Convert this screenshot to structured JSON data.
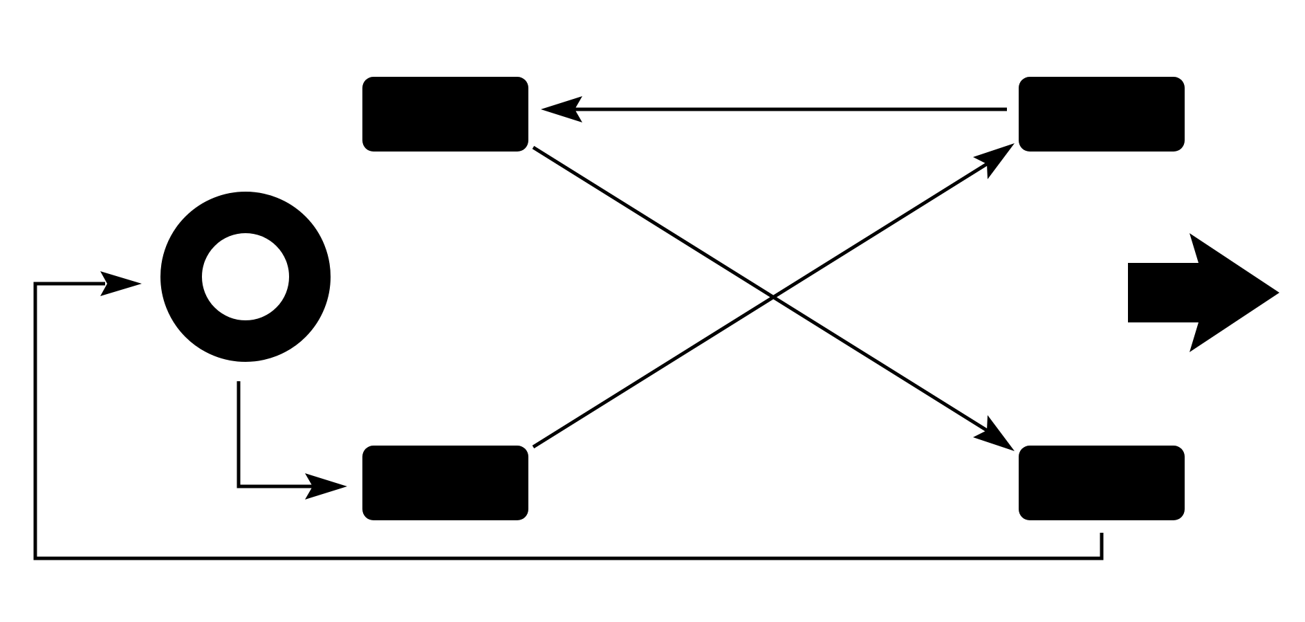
{
  "diagram": {
    "colors": {
      "foreground": "#000000",
      "background": "#ffffff"
    },
    "nodes": [
      {
        "id": "start-node",
        "shape": "ring",
        "label": ""
      },
      {
        "id": "top-left-box",
        "shape": "rounded-rectangle",
        "label": ""
      },
      {
        "id": "top-right-box",
        "shape": "rounded-rectangle",
        "label": ""
      },
      {
        "id": "bottom-left-box",
        "shape": "rounded-rectangle",
        "label": ""
      },
      {
        "id": "bottom-right-box",
        "shape": "rounded-rectangle",
        "label": ""
      },
      {
        "id": "exit-arrow",
        "shape": "block-arrow",
        "label": ""
      }
    ],
    "edges": [
      {
        "id": "edge-start-to-bottom-left",
        "from": "start-node",
        "to": "bottom-left-box",
        "routing": "elbow"
      },
      {
        "id": "edge-bottom-left-to-top-right",
        "from": "bottom-left-box",
        "to": "top-right-box",
        "routing": "straight"
      },
      {
        "id": "edge-top-right-to-top-left",
        "from": "top-right-box",
        "to": "top-left-box",
        "routing": "straight"
      },
      {
        "id": "edge-top-left-to-bottom-right",
        "from": "top-left-box",
        "to": "bottom-right-box",
        "routing": "straight"
      },
      {
        "id": "edge-bottom-right-to-start",
        "from": "bottom-right-box",
        "to": "start-node",
        "routing": "elbow"
      }
    ]
  }
}
